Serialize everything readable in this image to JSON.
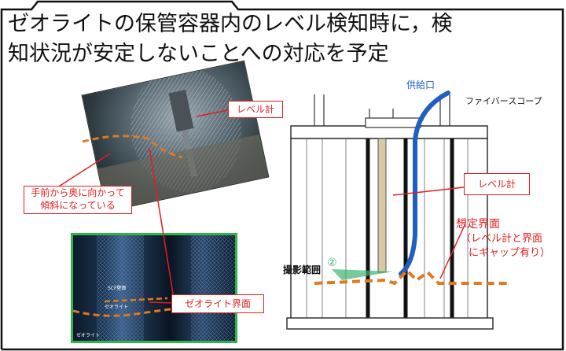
{
  "heading": {
    "line1": "ゼオライトの保管容器内のレベル検知時に，検",
    "line2": "知状況が安定しないことへの対応を予定"
  },
  "photo_top": {
    "callout_level": "レベル計",
    "callout_slope_line1": "手前から奥に向かって",
    "callout_slope_line2": "傾斜になっている"
  },
  "photo_bottom": {
    "label_scf": "SCF壁面",
    "label_zeolite_small": "ゼオライト",
    "label_zeolite_bottom": "ゼオライト",
    "callout_interface": "ゼオライト界面"
  },
  "diagram": {
    "supply_port": "供給口",
    "fiberscope": "ファイバースコープ",
    "callout_level": "レベル計",
    "assumed_line1": "想定界面",
    "assumed_line2": "（レベル計と界面",
    "assumed_line3": "にギャップ有り）",
    "shooting_range": "撮影範囲",
    "circle_two": "②"
  },
  "colors": {
    "callout_red": "#e02020",
    "interface_orange": "#e07a1f",
    "scope_blue": "#1f5fbf",
    "range_green": "#3cb371"
  }
}
